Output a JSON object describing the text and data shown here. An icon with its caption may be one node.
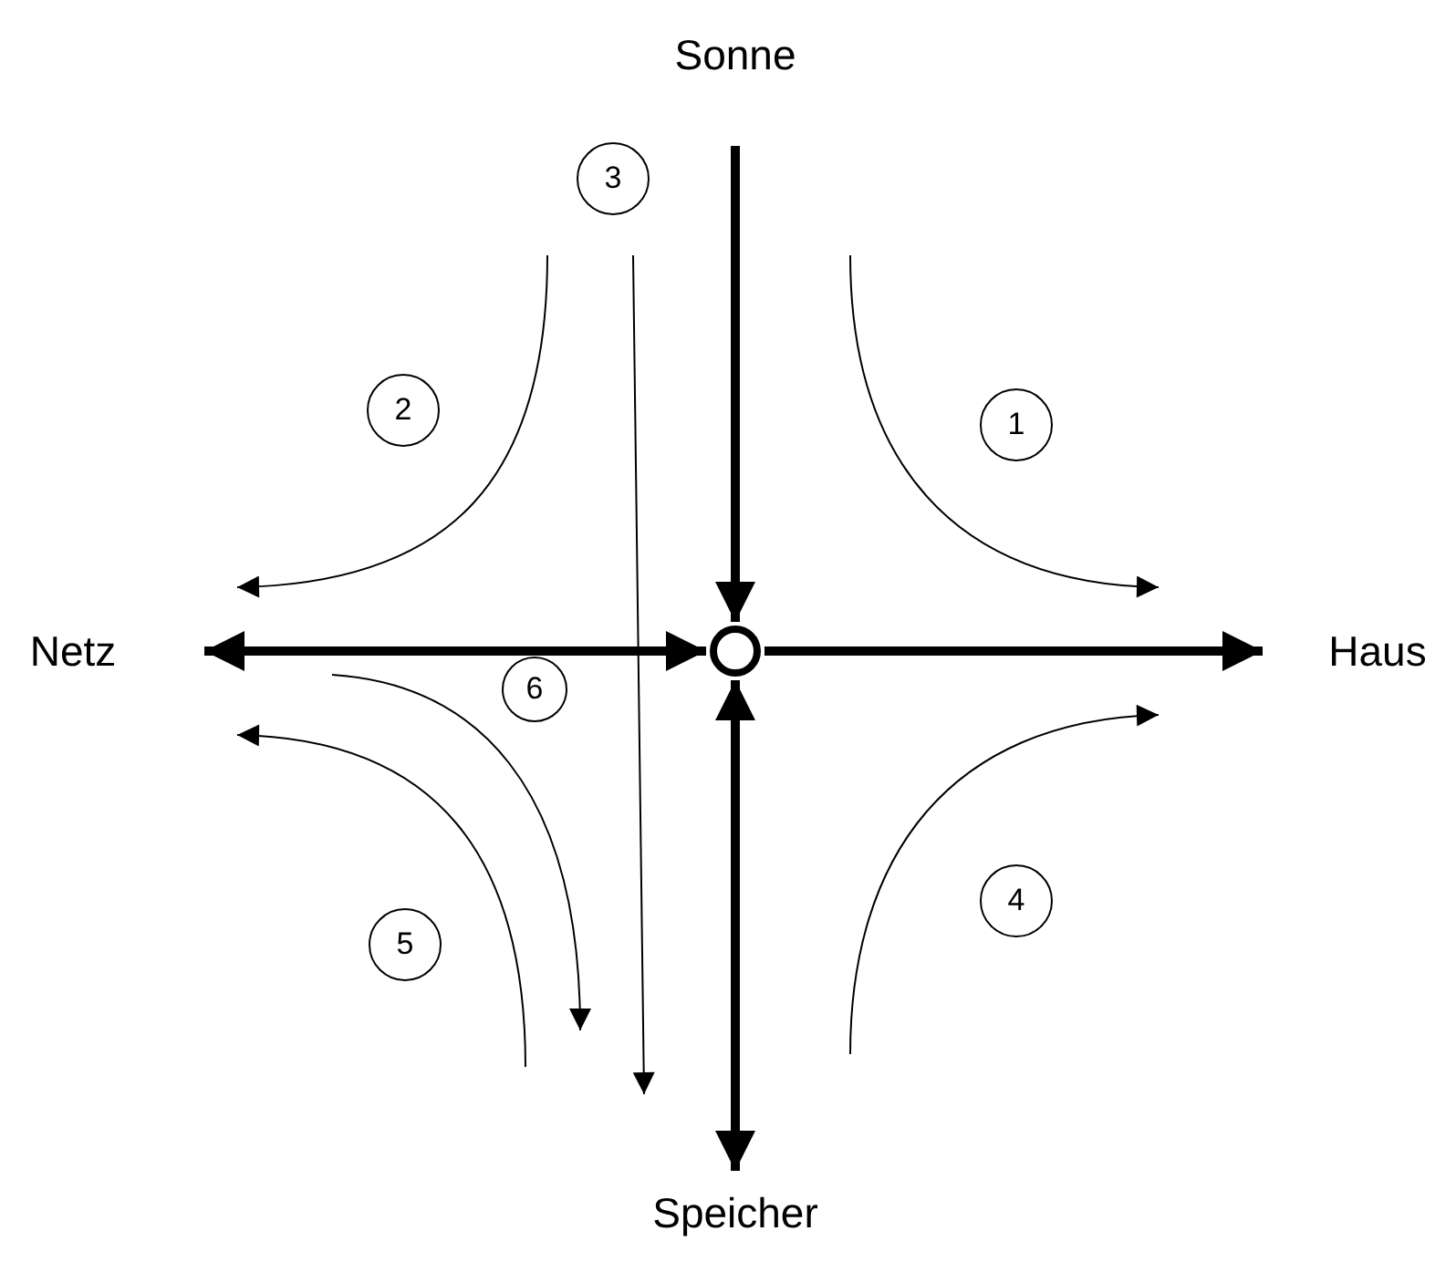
{
  "diagram": {
    "nodes": [
      {
        "text": [
          "Sonne"
        ]
      },
      {
        "text": [
          "Netz"
        ]
      },
      {
        "text": [
          "Haus"
        ]
      },
      {
        "text": [
          "Speicher"
        ]
      },
      {
        "text": [],
        "shape": "circle"
      },
      {
        "text": [
          "1"
        ]
      },
      {
        "text": [
          "2"
        ]
      },
      {
        "text": [
          "3"
        ]
      },
      {
        "text": [
          "4"
        ]
      },
      {
        "text": [
          "5"
        ]
      },
      {
        "text": [
          "6"
        ]
      }
    ],
    "edges": [
      {
        "from": 0,
        "to": 4,
        "arrow": "to"
      },
      {
        "from": 4,
        "to": 1,
        "arrow": "both"
      },
      {
        "from": 4,
        "to": 2,
        "arrow": "to"
      },
      {
        "from": 4,
        "to": 3,
        "arrow": "both"
      }
    ]
  }
}
